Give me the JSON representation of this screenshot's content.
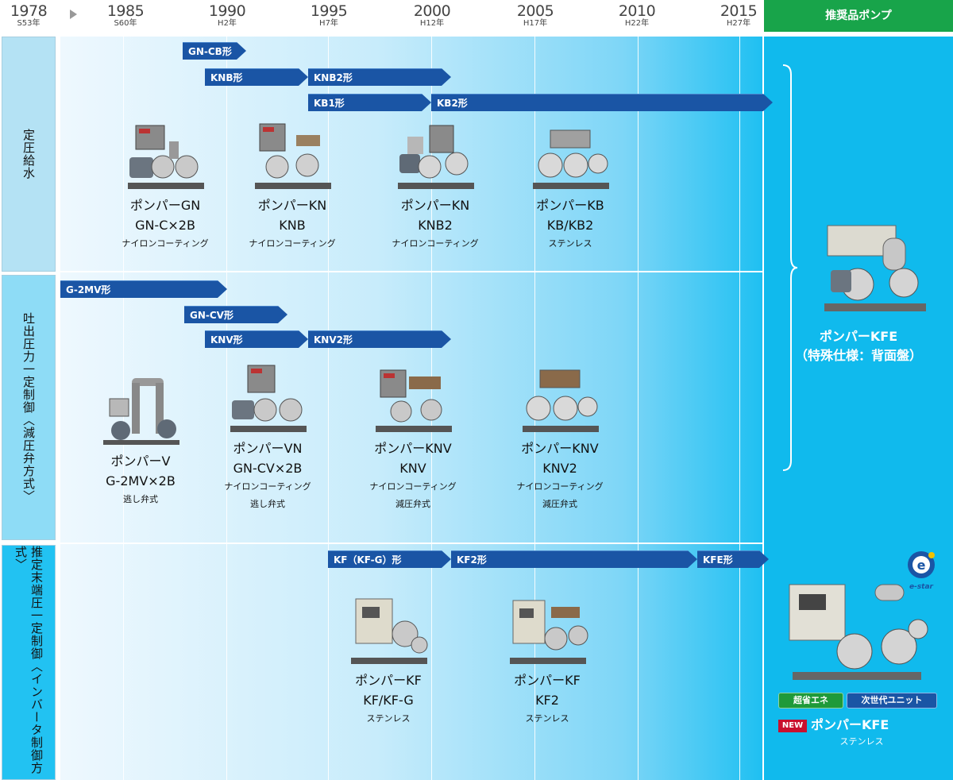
{
  "timeline": {
    "start": {
      "year": "1978",
      "era": "S53年"
    },
    "years": [
      {
        "year": "1985",
        "era": "S60年"
      },
      {
        "year": "1990",
        "era": "H2年"
      },
      {
        "year": "1995",
        "era": "H7年"
      },
      {
        "year": "2000",
        "era": "H12年"
      },
      {
        "year": "2005",
        "era": "H17年"
      },
      {
        "year": "2010",
        "era": "H22年"
      },
      {
        "year": "2015",
        "era": "H27年"
      }
    ],
    "recommended_header": "推奨品ポンプ"
  },
  "categories": [
    {
      "label": "定圧給水"
    },
    {
      "label": "吐出圧力一定制御〈減圧弁方式〉"
    },
    {
      "label": "推定末端圧一定制御〈インバータ制御方式〉"
    }
  ],
  "arrows": [
    {
      "label": "GN-CB形"
    },
    {
      "label": "KNB形"
    },
    {
      "label": "KNB2形"
    },
    {
      "label": "KB1形"
    },
    {
      "label": "KB2形"
    },
    {
      "label": "G-2MV形"
    },
    {
      "label": "GN-CV形"
    },
    {
      "label": "KNV形"
    },
    {
      "label": "KNV2形"
    },
    {
      "label": "KF（KF-G）形"
    },
    {
      "label": "KF2形"
    },
    {
      "label": "KFE形"
    }
  ],
  "products": [
    {
      "name": "ポンパーGN",
      "model": "GN-C×2B",
      "notes": [
        "ナイロンコーティング"
      ]
    },
    {
      "name": "ポンパーKN",
      "model": "KNB",
      "notes": [
        "ナイロンコーティング"
      ]
    },
    {
      "name": "ポンパーKN",
      "model": "KNB2",
      "notes": [
        "ナイロンコーティング"
      ]
    },
    {
      "name": "ポンパーKB",
      "model": "KB/KB2",
      "notes": [
        "ステンレス"
      ]
    },
    {
      "name": "ポンパーV",
      "model": "G-2MV×2B",
      "notes": [
        "逃し弁式"
      ]
    },
    {
      "name": "ポンパーVN",
      "model": "GN-CV×2B",
      "notes": [
        "ナイロンコーティング",
        "逃し弁式"
      ]
    },
    {
      "name": "ポンパーKNV",
      "model": "KNV",
      "notes": [
        "ナイロンコーティング",
        "減圧弁式"
      ]
    },
    {
      "name": "ポンパーKNV",
      "model": "KNV2",
      "notes": [
        "ナイロンコーティング",
        "減圧弁式"
      ]
    },
    {
      "name": "ポンパーKF",
      "model": "KF/KF-G",
      "notes": [
        "ステンレス"
      ]
    },
    {
      "name": "ポンパーKF",
      "model": "KF2",
      "notes": [
        "ステンレス"
      ]
    }
  ],
  "recommended": {
    "top": {
      "name": "ポンパーKFE",
      "spec": "（特殊仕様：背面盤）"
    },
    "bottom": {
      "logo": "e-star",
      "badges": [
        "超省エネ",
        "次世代ユニット"
      ],
      "new_tag": "NEW",
      "name": "ポンパーKFE",
      "note": "ステンレス"
    }
  },
  "colors": {
    "arrow": "#1a55a5",
    "recommended_panel": "#10baed",
    "recommended_header": "#18a44a",
    "new_tag": "#c8102e"
  }
}
